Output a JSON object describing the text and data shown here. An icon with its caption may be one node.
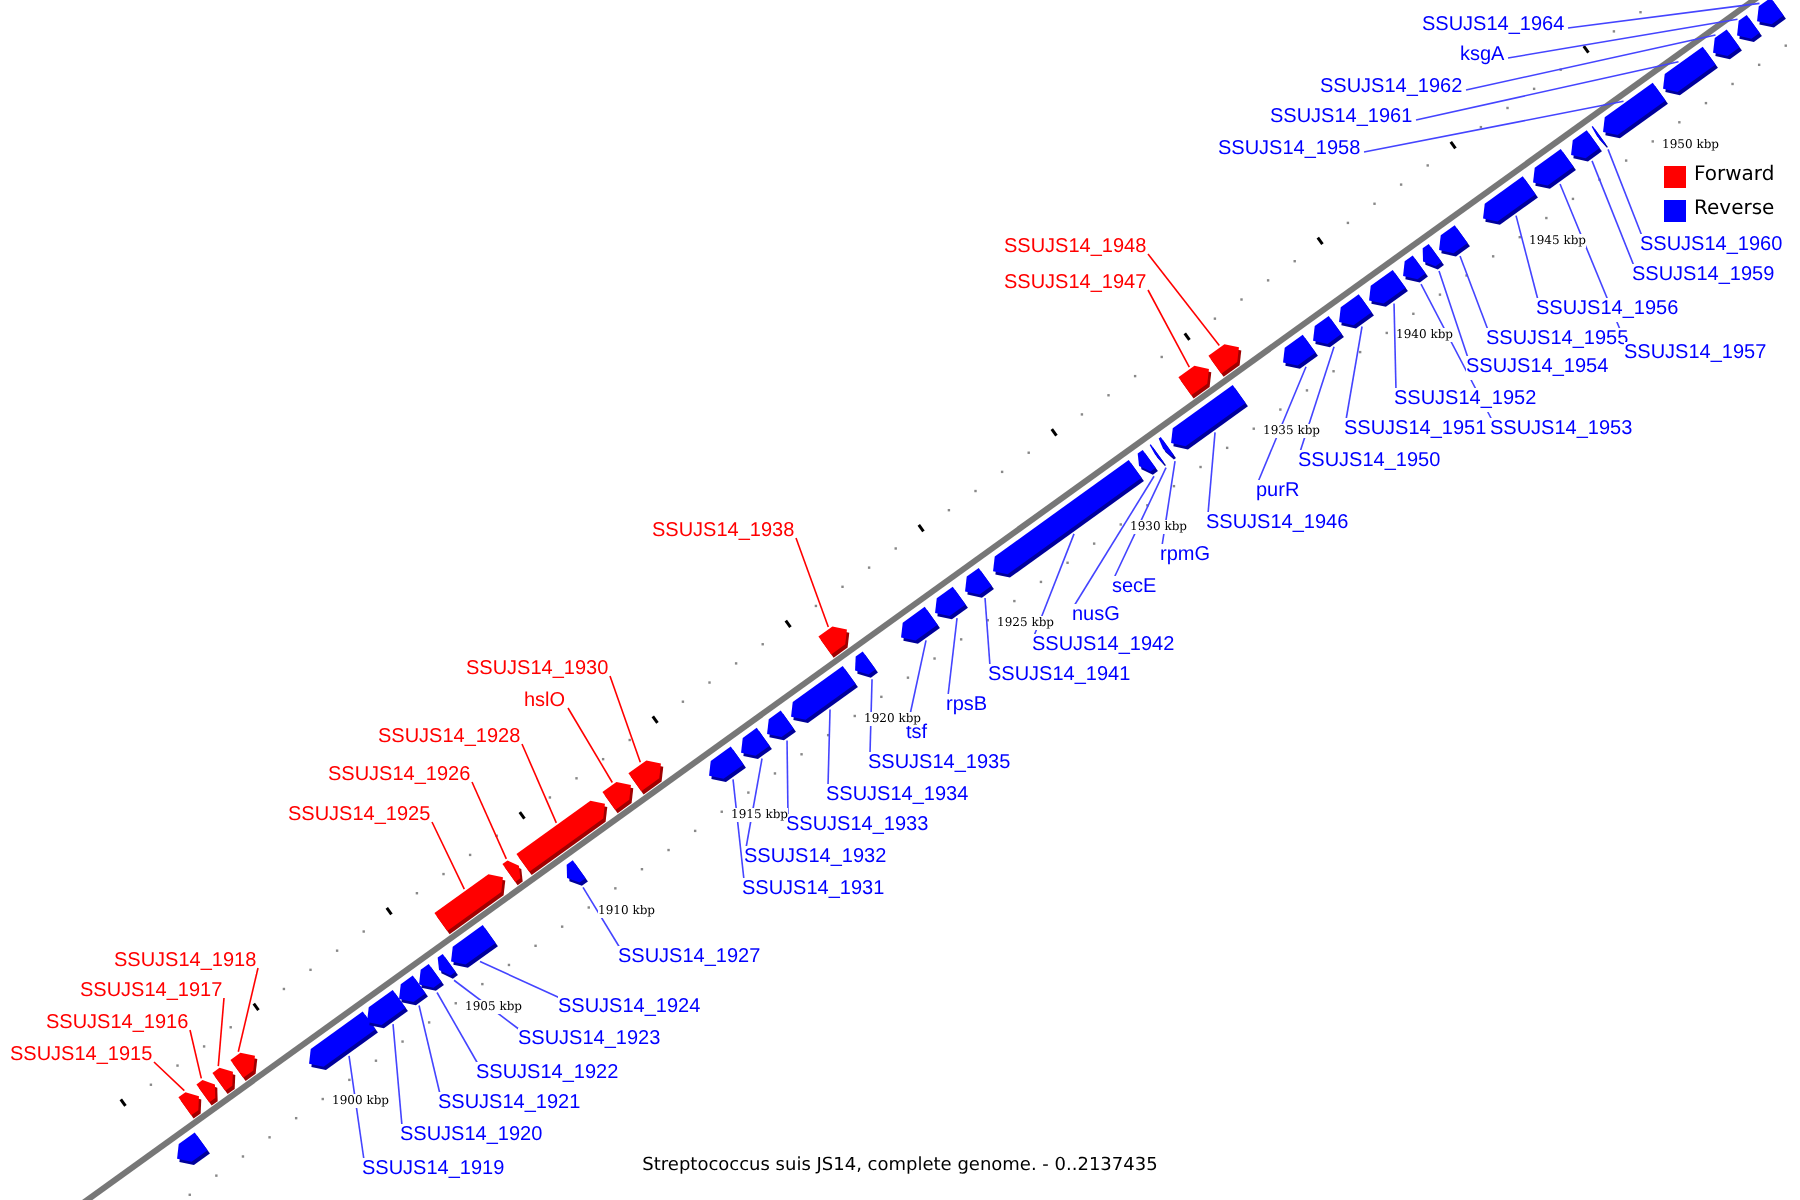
{
  "diagram": {
    "caption": "Streptococcus suis JS14, complete genome. - 0..2137435",
    "nodes": [
      {
        "text": [
          "SSUJS14_1915"
        ]
      },
      {
        "text": [
          "SSUJS14_1916"
        ]
      },
      {
        "text": [
          "SSUJS14_1917"
        ]
      },
      {
        "text": [
          "SSUJS14_1918"
        ]
      },
      {
        "text": [
          "SSUJS14_1919"
        ]
      },
      {
        "text": [
          "SSUJS14_1920"
        ]
      },
      {
        "text": [
          "SSUJS14_1921"
        ]
      },
      {
        "text": [
          "SSUJS14_1922"
        ]
      },
      {
        "text": [
          "SSUJS14_1923"
        ]
      },
      {
        "text": [
          "SSUJS14_1924"
        ]
      },
      {
        "text": [
          "SSUJS14_1925"
        ]
      },
      {
        "text": [
          "SSUJS14_1926"
        ]
      },
      {
        "text": [
          "SSUJS14_1927"
        ]
      },
      {
        "text": [
          "SSUJS14_1928"
        ]
      },
      {
        "text": [
          "hslO"
        ]
      },
      {
        "text": [
          "SSUJS14_1930"
        ]
      },
      {
        "text": [
          "SSUJS14_1931"
        ]
      },
      {
        "text": [
          "SSUJS14_1932"
        ]
      },
      {
        "text": [
          "SSUJS14_1933"
        ]
      },
      {
        "text": [
          "SSUJS14_1934"
        ]
      },
      {
        "text": [
          "SSUJS14_1935"
        ]
      },
      {
        "text": [
          "tsf"
        ]
      },
      {
        "text": [
          "rpsB"
        ]
      },
      {
        "text": [
          "SSUJS14_1938"
        ]
      },
      {
        "text": [
          "SSUJS14_1941"
        ]
      },
      {
        "text": [
          "SSUJS14_1942"
        ]
      },
      {
        "text": [
          "nusG"
        ]
      },
      {
        "text": [
          "secE"
        ]
      },
      {
        "text": [
          "rpmG"
        ]
      },
      {
        "text": [
          "SSUJS14_1946"
        ]
      },
      {
        "text": [
          "SSUJS14_1947"
        ]
      },
      {
        "text": [
          "SSUJS14_1948"
        ]
      },
      {
        "text": [
          "purR"
        ]
      },
      {
        "text": [
          "SSUJS14_1950"
        ]
      },
      {
        "text": [
          "SSUJS14_1951"
        ]
      },
      {
        "text": [
          "SSUJS14_1952"
        ]
      },
      {
        "text": [
          "SSUJS14_1953"
        ]
      },
      {
        "text": [
          "SSUJS14_1954"
        ]
      },
      {
        "text": [
          "SSUJS14_1955"
        ]
      },
      {
        "text": [
          "SSUJS14_1956"
        ]
      },
      {
        "text": [
          "SSUJS14_1957"
        ]
      },
      {
        "text": [
          "SSUJS14_1958"
        ]
      },
      {
        "text": [
          "SSUJS14_1959"
        ]
      },
      {
        "text": [
          "SSUJS14_1960"
        ]
      },
      {
        "text": [
          "SSUJS14_1961"
        ]
      },
      {
        "text": [
          "SSUJS14_1962"
        ]
      },
      {
        "text": [
          "ksgA"
        ]
      },
      {
        "text": [
          "SSUJS14_1964"
        ]
      },
      {
        "text": [],
        "shape": "box"
      },
      {
        "text": [],
        "shape": "box"
      },
      {
        "text": [],
        "shape": "box"
      },
      {
        "text": [],
        "shape": "box"
      },
      {
        "text": [],
        "shape": "box"
      },
      {
        "text": [],
        "shape": "box"
      },
      {
        "text": [],
        "shape": "box"
      },
      {
        "text": [],
        "shape": "box"
      },
      {
        "text": [],
        "shape": "box"
      },
      {
        "text": [],
        "shape": "box"
      },
      {
        "text": [],
        "shape": "box"
      },
      {
        "text": [],
        "shape": "box"
      },
      {
        "text": [],
        "shape": "box"
      },
      {
        "text": [],
        "shape": "box"
      },
      {
        "text": [],
        "shape": "box"
      },
      {
        "text": [],
        "shape": "box"
      },
      {
        "text": [],
        "shape": "box"
      },
      {
        "text": [],
        "shape": "box"
      },
      {
        "text": [],
        "shape": "box"
      },
      {
        "text": [],
        "shape": "box"
      },
      {
        "text": [],
        "shape": "box"
      },
      {
        "text": [],
        "shape": "box"
      },
      {
        "text": [],
        "shape": "box"
      },
      {
        "text": [],
        "shape": "box"
      },
      {
        "text": [],
        "shape": "box"
      },
      {
        "text": [],
        "shape": "box"
      },
      {
        "text": [],
        "shape": "box"
      },
      {
        "text": [],
        "shape": "box"
      },
      {
        "text": [],
        "shape": "box"
      },
      {
        "text": [],
        "shape": "box"
      },
      {
        "text": [],
        "shape": "box"
      },
      {
        "text": [],
        "shape": "box"
      },
      {
        "text": [],
        "shape": "box"
      },
      {
        "text": [],
        "shape": "box"
      },
      {
        "text": [],
        "shape": "box"
      },
      {
        "text": [],
        "shape": "box"
      },
      {
        "text": [],
        "shape": "box"
      },
      {
        "text": [],
        "shape": "box"
      },
      {
        "text": [],
        "shape": "box"
      },
      {
        "text": [],
        "shape": "box"
      },
      {
        "text": [],
        "shape": "box"
      },
      {
        "text": [],
        "shape": "box"
      },
      {
        "text": [],
        "shape": "box"
      },
      {
        "text": [],
        "shape": "box"
      },
      {
        "text": [],
        "shape": "box"
      },
      {
        "text": [],
        "shape": "box"
      },
      {
        "text": [],
        "shape": "box"
      },
      {
        "text": [],
        "shape": "box"
      },
      {
        "text": [],
        "shape": "box"
      }
    ],
    "edges": [
      {
        "from": 0,
        "to": 48,
        "arrow": "none",
        "color": "#ff0000"
      },
      {
        "from": 1,
        "to": 49,
        "arrow": "none",
        "color": "#ff0000"
      },
      {
        "from": 2,
        "to": 50,
        "arrow": "none",
        "color": "#ff0000"
      },
      {
        "from": 3,
        "to": 51,
        "arrow": "none",
        "color": "#ff0000"
      },
      {
        "from": 4,
        "to": 52,
        "arrow": "none"
      },
      {
        "from": 5,
        "to": 53,
        "arrow": "none"
      },
      {
        "from": 6,
        "to": 54,
        "arrow": "none"
      },
      {
        "from": 7,
        "to": 55,
        "arrow": "none"
      },
      {
        "from": 8,
        "to": 56,
        "arrow": "none"
      },
      {
        "from": 9,
        "to": 57,
        "arrow": "none"
      },
      {
        "from": 10,
        "to": 58,
        "arrow": "none",
        "color": "#ff0000"
      },
      {
        "from": 11,
        "to": 59,
        "arrow": "none",
        "color": "#ff0000"
      },
      {
        "from": 12,
        "to": 60,
        "arrow": "none"
      },
      {
        "from": 13,
        "to": 61,
        "arrow": "none",
        "color": "#ff0000"
      },
      {
        "from": 14,
        "to": 62,
        "arrow": "none",
        "color": "#ff0000"
      },
      {
        "from": 15,
        "to": 63,
        "arrow": "none",
        "color": "#ff0000"
      },
      {
        "from": 16,
        "to": 64,
        "arrow": "none"
      },
      {
        "from": 17,
        "to": 65,
        "arrow": "none"
      },
      {
        "from": 18,
        "to": 66,
        "arrow": "none"
      },
      {
        "from": 19,
        "to": 67,
        "arrow": "none"
      },
      {
        "from": 20,
        "to": 68,
        "arrow": "none"
      },
      {
        "from": 21,
        "to": 69,
        "arrow": "none"
      },
      {
        "from": 22,
        "to": 70,
        "arrow": "none"
      },
      {
        "from": 23,
        "to": 71,
        "arrow": "none",
        "color": "#ff0000"
      },
      {
        "from": 24,
        "to": 72,
        "arrow": "none"
      },
      {
        "from": 25,
        "to": 73,
        "arrow": "none"
      },
      {
        "from": 26,
        "to": 74,
        "arrow": "none"
      },
      {
        "from": 27,
        "to": 75,
        "arrow": "none"
      },
      {
        "from": 28,
        "to": 76,
        "arrow": "none"
      },
      {
        "from": 29,
        "to": 77,
        "arrow": "none"
      },
      {
        "from": 30,
        "to": 78,
        "arrow": "none",
        "color": "#ff0000"
      },
      {
        "from": 31,
        "to": 79,
        "arrow": "none",
        "color": "#ff0000"
      },
      {
        "from": 32,
        "to": 80,
        "arrow": "none"
      },
      {
        "from": 33,
        "to": 81,
        "arrow": "none"
      },
      {
        "from": 34,
        "to": 82,
        "arrow": "none"
      },
      {
        "from": 35,
        "to": 83,
        "arrow": "none"
      },
      {
        "from": 36,
        "to": 84,
        "arrow": "none"
      },
      {
        "from": 37,
        "to": 85,
        "arrow": "none"
      },
      {
        "from": 38,
        "to": 86,
        "arrow": "none"
      },
      {
        "from": 39,
        "to": 87,
        "arrow": "none"
      },
      {
        "from": 40,
        "to": 88,
        "arrow": "none"
      },
      {
        "from": 41,
        "to": 89,
        "arrow": "none"
      },
      {
        "from": 42,
        "to": 90,
        "arrow": "none"
      },
      {
        "from": 43,
        "to": 91,
        "arrow": "none"
      },
      {
        "from": 44,
        "to": 92,
        "arrow": "none"
      },
      {
        "from": 45,
        "to": 93,
        "arrow": "none"
      },
      {
        "from": 46,
        "to": 94,
        "arrow": "none"
      },
      {
        "from": 47,
        "to": 95,
        "arrow": "none"
      }
    ],
    "labels": [
      "1900 kbp",
      "1905 kbp",
      "1910 kbp",
      "1915 kbp",
      "1920 kbp",
      "1925 kbp",
      "1930 kbp",
      "1935 kbp",
      "1940 kbp",
      "1945 kbp",
      "1950 kbp"
    ],
    "legend": [
      {
        "text": "Forward",
        "color": "#ff0000"
      },
      {
        "text": "Reverse",
        "color": "#0000ff"
      }
    ]
  }
}
